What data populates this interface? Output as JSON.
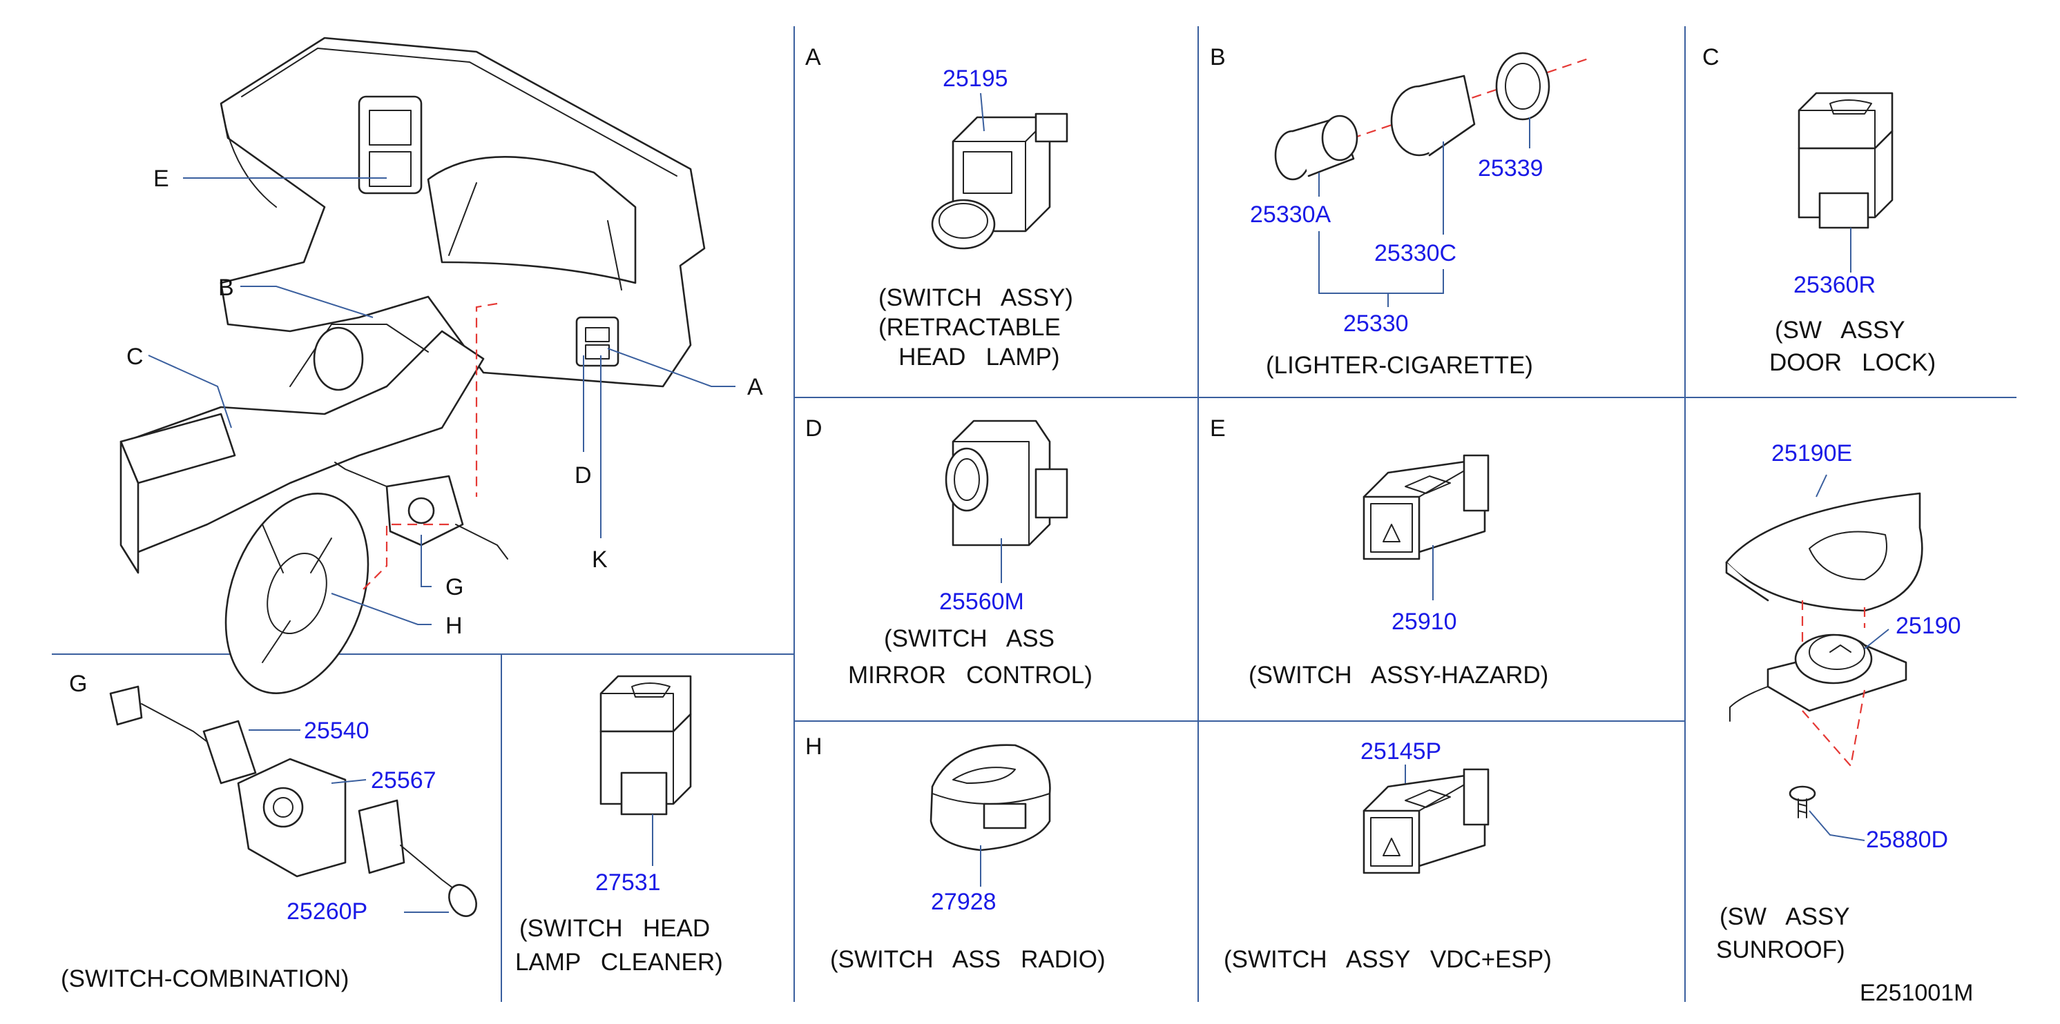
{
  "sections": {
    "A": {
      "letter": "A",
      "part": "25195",
      "caption": [
        "(SWITCH   ASSY)",
        "(RETRACTABLE",
        "   HEAD   LAMP)"
      ]
    },
    "B": {
      "letter": "B",
      "parts": [
        "25339",
        "25330A",
        "25330C",
        "25330"
      ],
      "caption": [
        "(LIGHTER-CIGARETTE)"
      ]
    },
    "C": {
      "letter": "C",
      "part": "25360R",
      "caption": [
        "(SW   ASSY",
        "DOOR   LOCK)"
      ]
    },
    "D": {
      "letter": "D",
      "part": "25560M",
      "caption": [
        "(SWITCH   ASS",
        "MIRROR   CONTROL)"
      ]
    },
    "E": {
      "letter": "E",
      "part": "25910",
      "caption": [
        "(SWITCH   ASSY-HAZARD)"
      ]
    },
    "G": {
      "letter": "G",
      "parts": [
        "25540",
        "25567",
        "25260P"
      ],
      "caption": [
        "(SWITCH-COMBINATION)"
      ]
    },
    "H": {
      "letter": "H",
      "part": "27928",
      "caption": [
        "(SWITCH   ASS   RADIO)"
      ]
    },
    "headlamp_cleaner": {
      "part": "27531",
      "caption": [
        "(SWITCH   HEAD",
        "LAMP   CLEANER)"
      ]
    },
    "vdc": {
      "part": "25145P",
      "caption": [
        "(SWITCH   ASSY   VDC+ESP)"
      ]
    },
    "sunroof": {
      "parts": [
        "25190E",
        "25190",
        "25880D"
      ],
      "caption": [
        "(SW   ASSY",
        "SUNROOF)"
      ]
    }
  },
  "overview_callouts": [
    "E",
    "B",
    "C",
    "A",
    "D",
    "K",
    "G",
    "H"
  ],
  "diagram_code": "E251001M",
  "colors": {
    "part_number": "#1a1ae6",
    "leader": "#3a5f9e",
    "dashed": "#e53935",
    "text": "#111111"
  }
}
